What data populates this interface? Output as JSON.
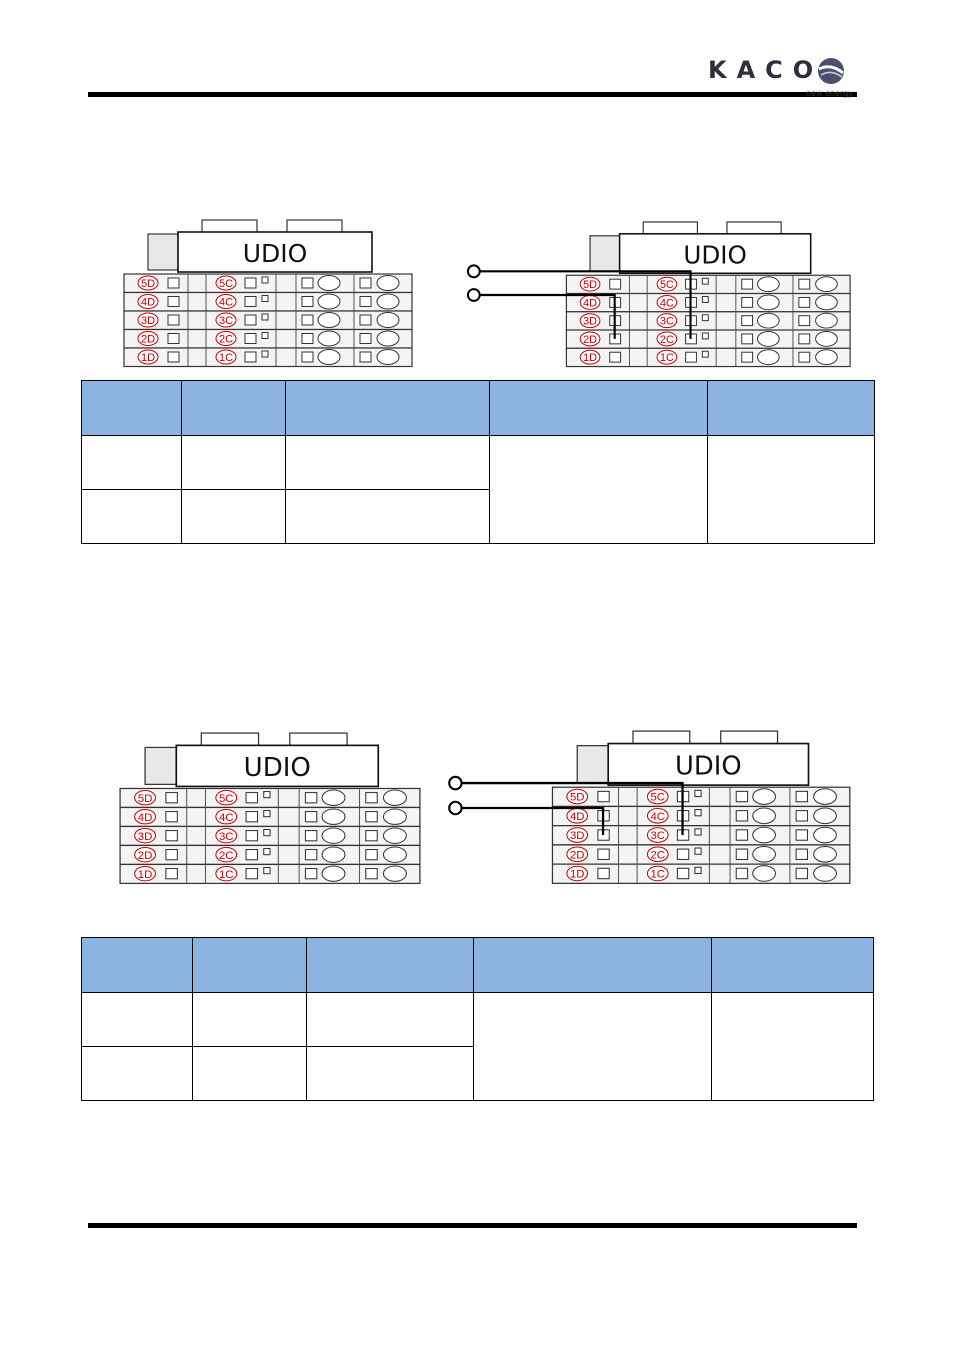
{
  "brand": {
    "name": "KACO",
    "tagline": "new energy.",
    "mark_color": "#4a4f6e"
  },
  "colors": {
    "header_fill": "#8db3e2",
    "terminal_label": "#cc0000"
  },
  "diagrams": [
    {
      "before": {
        "device_label": "UDIO",
        "terminal_labels_d": [
          "5D",
          "4D",
          "3D",
          "2D",
          "1D"
        ],
        "terminal_labels_c": [
          "5C",
          "4C",
          "3C",
          "2C",
          "1C"
        ]
      },
      "after": {
        "device_label": "UDIO",
        "terminal_labels_d": [
          "5D",
          "4D",
          "3D",
          "2D",
          "1D"
        ],
        "terminal_labels_c": [
          "5C",
          "4C",
          "3C",
          "2C",
          "1C"
        ],
        "wired_terminals": [
          "2D",
          "2C"
        ]
      }
    },
    {
      "before": {
        "device_label": "UDIO",
        "terminal_labels_d": [
          "5D",
          "4D",
          "3D",
          "2D",
          "1D"
        ],
        "terminal_labels_c": [
          "5C",
          "4C",
          "3C",
          "2C",
          "1C"
        ]
      },
      "after": {
        "device_label": "UDIO",
        "terminal_labels_d": [
          "5D",
          "4D",
          "3D",
          "2D",
          "1D"
        ],
        "terminal_labels_c": [
          "5C",
          "4C",
          "3C",
          "2C",
          "1C"
        ],
        "wired_terminals": [
          "3D",
          "3C"
        ]
      }
    }
  ],
  "tables": [
    {
      "headers": [
        "",
        "",
        "",
        "",
        ""
      ],
      "rows": [
        [
          "",
          "",
          ""
        ],
        [
          "",
          "",
          ""
        ]
      ],
      "merged": [
        "",
        ""
      ]
    },
    {
      "headers": [
        "",
        "",
        "",
        "",
        ""
      ],
      "rows": [
        [
          "",
          "",
          ""
        ],
        [
          "",
          "",
          ""
        ]
      ],
      "merged": [
        "",
        ""
      ]
    }
  ]
}
